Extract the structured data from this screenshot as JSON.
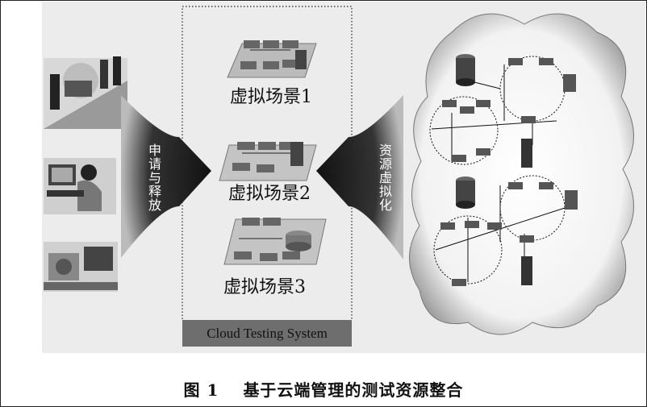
{
  "left_arrow_label": "申请与释放",
  "right_arrow_label": "资源虚拟化",
  "scenes": [
    {
      "label": "虚拟场景1"
    },
    {
      "label": "虚拟场景2"
    },
    {
      "label": "虚拟场景3"
    }
  ],
  "system_label": "Cloud Testing System",
  "caption": {
    "number": "图 1",
    "text": "基于云端管理的测试资源整合"
  }
}
